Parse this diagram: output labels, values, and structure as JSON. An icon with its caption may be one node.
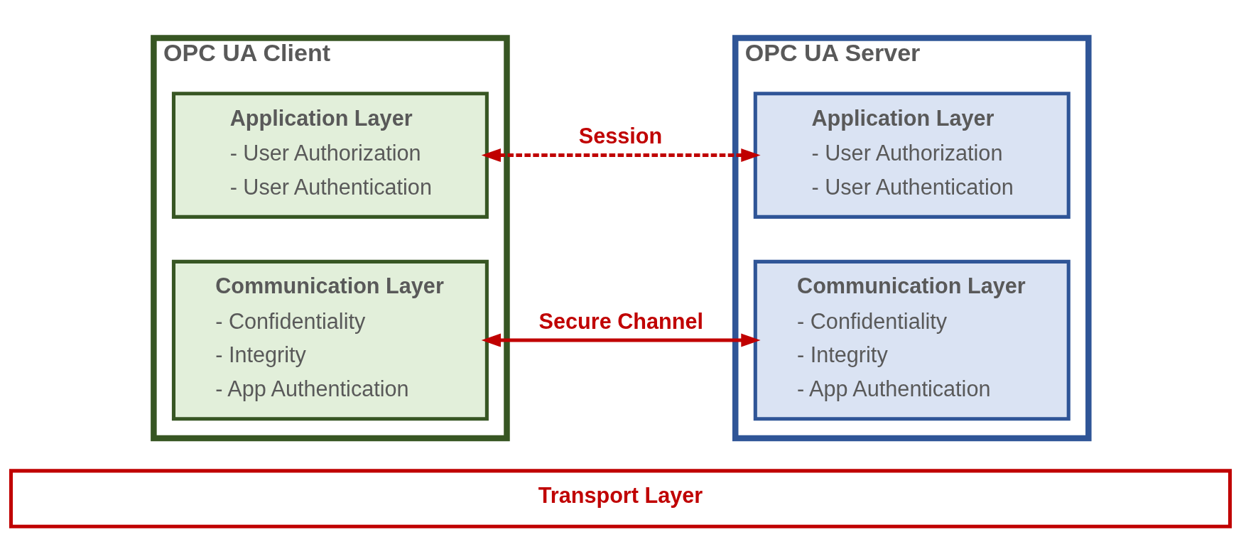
{
  "diagram": {
    "nodes": [
      {
        "text": [
          "OPC UA Client"
        ]
      },
      {
        "text": [
          "Application Layer",
          "- User Authorization",
          "- User Authentication"
        ],
        "in": 0
      },
      {
        "text": [
          "Communication Layer",
          "- Confidentiality",
          "- Integrity",
          "- App Authentication"
        ],
        "in": 0
      },
      {
        "text": [
          "OPC UA Server"
        ]
      },
      {
        "text": [
          "Application Layer",
          "- User Authorization",
          "- User Authentication"
        ],
        "in": 3
      },
      {
        "text": [
          "Communication Layer",
          "- Confidentiality",
          "- Integrity",
          "- App Authentication"
        ],
        "in": 3
      },
      {
        "text": [
          "Transport Layer"
        ]
      }
    ],
    "edges": [
      {
        "from": 1,
        "to": 4,
        "arrow": "both",
        "label": "Session",
        "style": "dashed"
      },
      {
        "from": 2,
        "to": 5,
        "arrow": "both",
        "label": "Secure Channel"
      }
    ]
  }
}
